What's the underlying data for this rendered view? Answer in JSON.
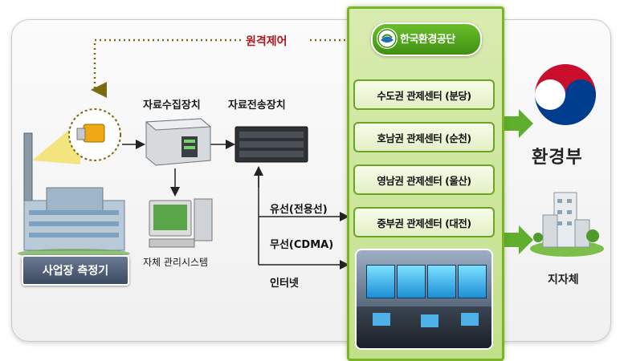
{
  "remote_control": "원격제어",
  "org_name": "한국환경공단",
  "collector_label": "자료수집장치",
  "transmitter_label": "자료전송장치",
  "own_system_label": "자체 관리시스템",
  "field_meter_label": "사업장 측정기",
  "networks": [
    "유선(전용선)",
    "무선(CDMA)",
    "인터넷"
  ],
  "centers": [
    "수도권 관제센터 (분당)",
    "호남권 관제센터 (순천)",
    "영남권 관제센터 (울산)",
    "중부권 관제센터 (대전)"
  ],
  "ministry_label": "환경부",
  "local_gov_label": "지자체",
  "colors": {
    "accent_green": "#7bb526",
    "remote_red": "#b0161b",
    "arrow_green": "#5fae2e"
  }
}
